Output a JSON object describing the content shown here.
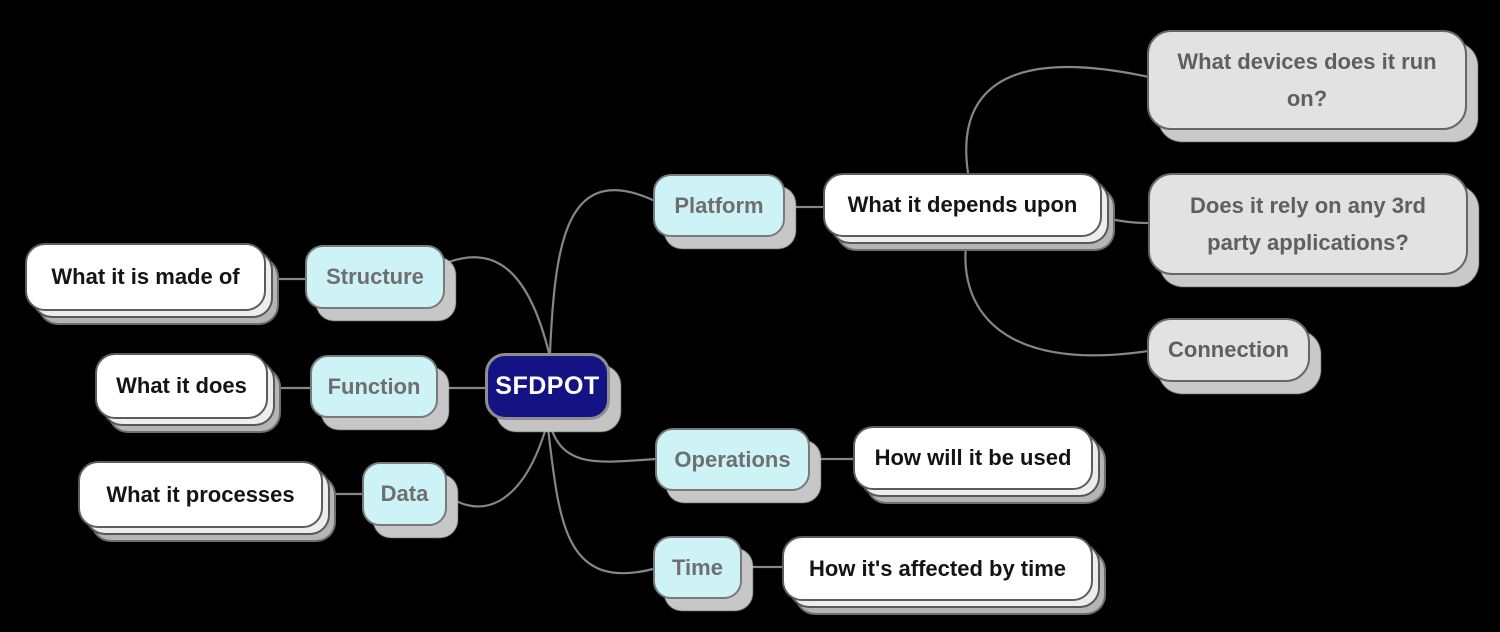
{
  "diagram": {
    "type": "mindmap",
    "background_color": "#000000",
    "edge_color": "#868686",
    "center": {
      "label": "SFDPOT",
      "fill": "#131384",
      "text_color": "#ffffff"
    },
    "branch_style": {
      "fill": "#cdf3f7",
      "text_color": "#6f6f6f"
    },
    "note_style": {
      "fill": "#ffffff",
      "text_color": "#141414"
    },
    "leaf_style": {
      "fill": "#e2e2e2",
      "text_color": "#5f5f5f"
    }
  },
  "nodes": {
    "center": {
      "label": "SFDPOT"
    },
    "structure": {
      "label": "Structure"
    },
    "made_of": {
      "label": "What it is made of"
    },
    "function": {
      "label": "Function"
    },
    "does": {
      "label": "What it does"
    },
    "data": {
      "label": "Data"
    },
    "processes": {
      "label": "What it processes"
    },
    "platform": {
      "label": "Platform"
    },
    "depends": {
      "label": "What it depends upon"
    },
    "devices": {
      "label": "What devices does it run on?"
    },
    "third_party": {
      "label": "Does it rely on any 3rd party applications?"
    },
    "connection": {
      "label": "Connection"
    },
    "operations": {
      "label": "Operations"
    },
    "how_used": {
      "label": "How will it be used"
    },
    "time": {
      "label": "Time"
    },
    "affected": {
      "label": "How it's affected by time"
    }
  },
  "relationships": [
    "What it is made of - Structure - SFDPOT",
    "What it does - Function - SFDPOT",
    "What it processes - Data - SFDPOT",
    "SFDPOT - Platform - What it depends upon - [What devices does it run on?, Does it rely on any 3rd party applications?, Connection]",
    "SFDPOT - Operations - How will it be used",
    "SFDPOT - Time - How it's affected by time"
  ]
}
